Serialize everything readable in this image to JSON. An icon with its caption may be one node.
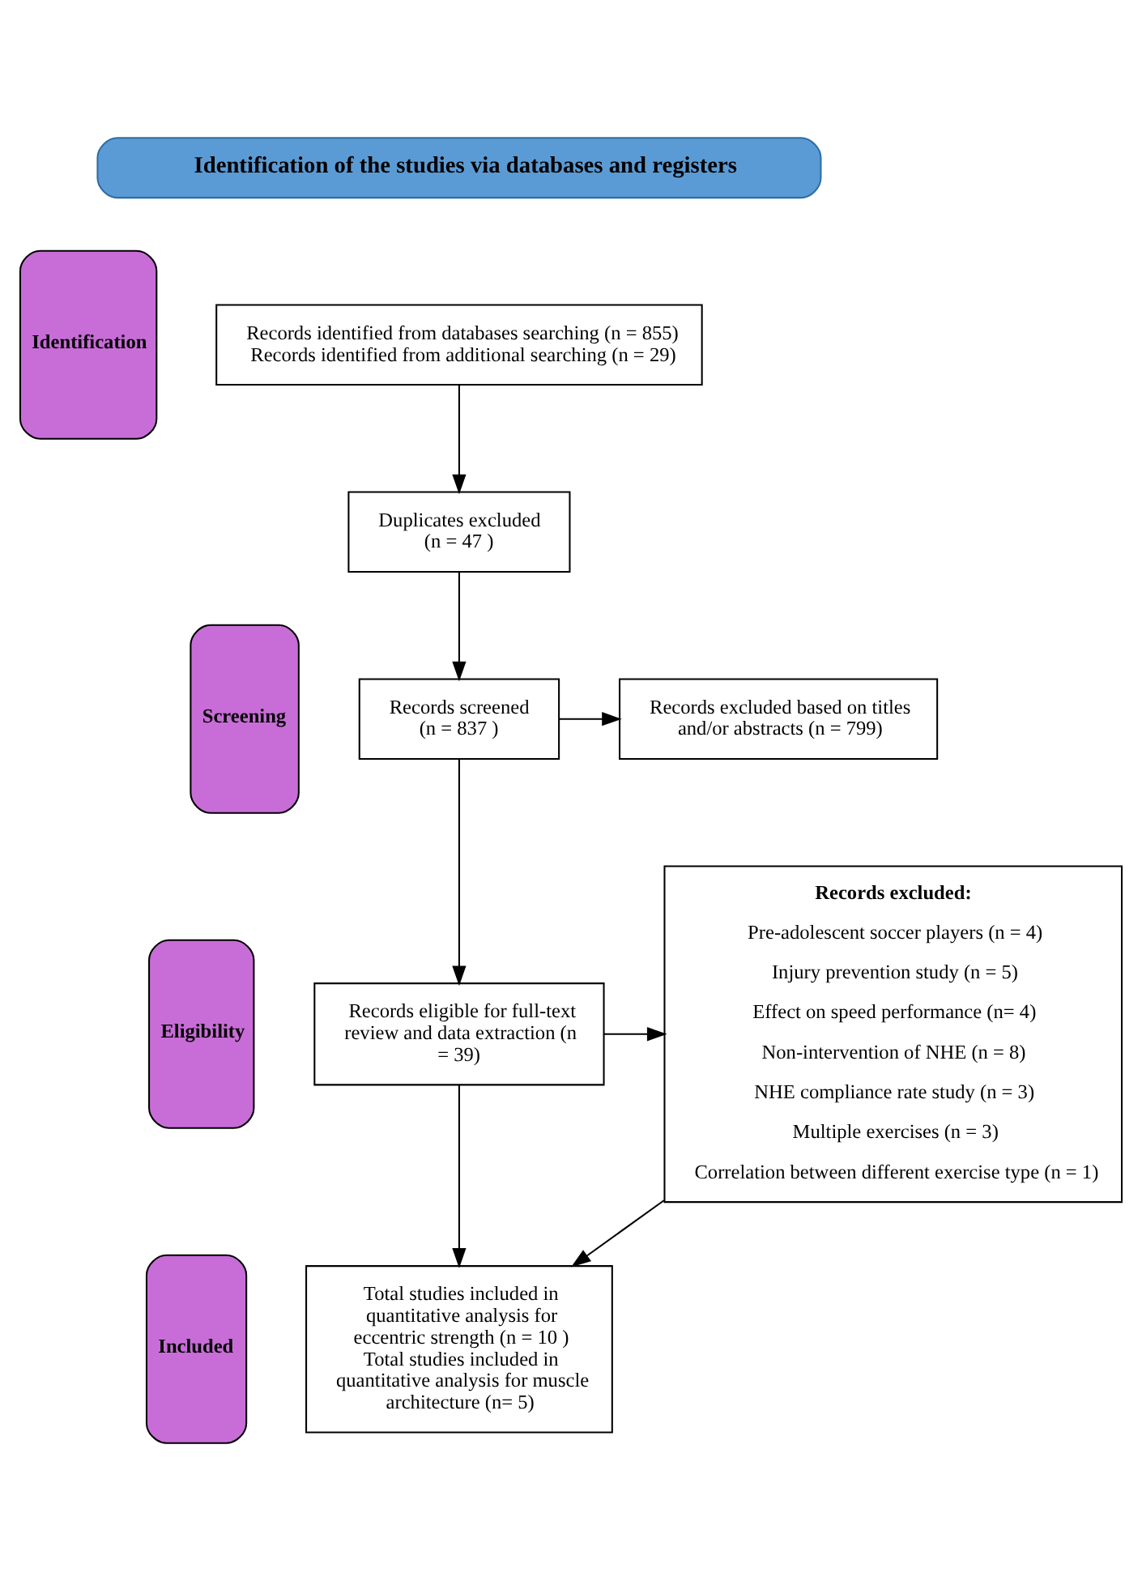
{
  "diagram": {
    "nodes": [
      {
        "text": [
          "Identification of the studies via databases and registers"
        ]
      },
      {
        "text": [
          "Identification"
        ]
      },
      {
        "text": [
          "Screening"
        ]
      },
      {
        "text": [
          "Eligibility"
        ]
      },
      {
        "text": [
          "Included"
        ]
      },
      {
        "text": [
          "Records identified from databases searching (n = 855)",
          "Records identified from additional searching (n = 29)"
        ]
      },
      {
        "text": [
          "Duplicates excluded (n = 47 )"
        ]
      },
      {
        "text": [
          "Records screened (n = 837 )"
        ]
      },
      {
        "text": [
          "Records excluded based on titles and/or abstracts (n = 799)"
        ]
      },
      {
        "text": [
          "Records eligible for full-text review and data extraction (n = 39)"
        ]
      },
      {
        "text": [
          "**Records excluded:**",
          "Pre-adolescent soccer players (n = 4)",
          "Injury prevention study (n = 5)",
          "Effect on speed performance (n= 4)",
          "Non-intervention of NHE (n = 8)",
          "NHE compliance rate study (n = 3)",
          "Multiple exercises (n = 3)",
          "Correlation between different exercise type (n = 1)"
        ]
      },
      {
        "text": [
          "Total studies included in quantitative analysis for eccentric strength (n = 10 )",
          "Total studies included in quantitative analysis for muscle architecture (n= 5)"
        ]
      }
    ],
    "edges": [
      {
        "from": 5,
        "to": 6,
        "arrow": "to"
      },
      {
        "from": 6,
        "to": 7,
        "arrow": "to"
      },
      {
        "from": 7,
        "to": 8,
        "arrow": "to"
      },
      {
        "from": 7,
        "to": 9,
        "arrow": "to"
      },
      {
        "from": 9,
        "to": 10,
        "arrow": "to"
      },
      {
        "from": 10,
        "to": 11,
        "arrow": "to"
      },
      {
        "from": 9,
        "to": 11,
        "arrow": "to"
      }
    ]
  }
}
